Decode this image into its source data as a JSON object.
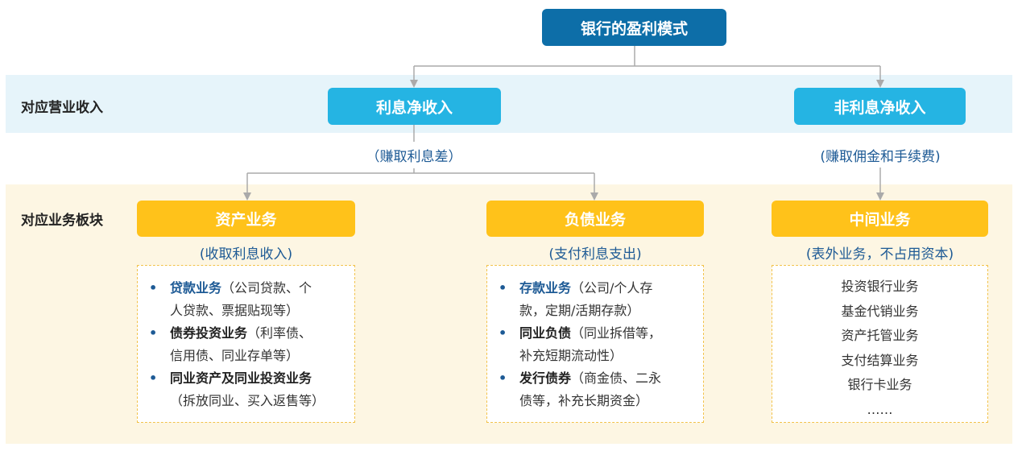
{
  "top": {
    "title": "银行的盈利模式"
  },
  "rows": {
    "income_label": "对应营业收入",
    "business_label": "对应业务板块"
  },
  "income": {
    "interest": {
      "label": "利息净收入",
      "note": "（赚取利息差）"
    },
    "non_interest": {
      "label": "非利息净收入",
      "note": "(赚取佣金和手续费)"
    }
  },
  "business": {
    "asset": {
      "label": "资产业务",
      "note": "(收取利息收入)",
      "items": [
        {
          "bullet": "•",
          "head": "贷款业务",
          "text": "（公司贷款、个",
          "cont": "人贷款、票据贴现等）"
        },
        {
          "bullet": "•",
          "head": "债券投资业务",
          "text": "（利率债、",
          "cont": "信用债、同业存单等）"
        },
        {
          "bullet": "•",
          "head": "同业资产及同业投资业务",
          "text": "",
          "cont": "（拆放同业、买入返售等）"
        }
      ]
    },
    "liability": {
      "label": "负债业务",
      "note": "(支付利息支出)",
      "items": [
        {
          "bullet": "•",
          "head": "存款业务",
          "text": "（公司/个人存",
          "cont": "款，定期/活期存款）"
        },
        {
          "bullet": "•",
          "head": "同业负债",
          "text": "（同业拆借等，",
          "cont": "补充短期流动性）"
        },
        {
          "bullet": "•",
          "head": "发行债券",
          "text": "（商金债、二永",
          "cont": "债等，补充长期资金）"
        }
      ]
    },
    "intermediary": {
      "label": "中间业务",
      "note": "(表外业务，不占用资本)",
      "items": [
        "投资银行业务",
        "基金代销业务",
        "资产托管业务",
        "支付结算业务",
        "银行卡业务",
        "……"
      ]
    }
  },
  "colors": {
    "dark_blue": "#0d6ea8",
    "light_blue": "#25b4e3",
    "gold": "#ffc21a",
    "note_blue": "#1d5a95",
    "band_blue": "#e6f4fa",
    "band_cream": "#fdf6e3",
    "connector": "#aaaaaa"
  }
}
